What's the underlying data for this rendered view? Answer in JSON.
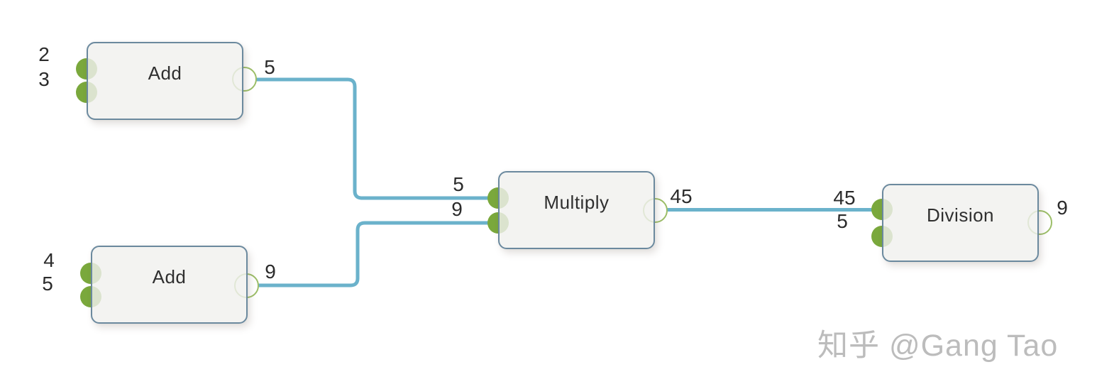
{
  "colors": {
    "wire": "#6bb2cb",
    "port_green": "#7aa83c",
    "ring_green": "#9cbe68",
    "node_fill": "rgba(240,240,238,0.82)",
    "node_border": "#6b899e",
    "title_text": "#2f2f2f",
    "label_text": "#2b2b2b",
    "watermark": "#bcbcbc"
  },
  "nodes": [
    {
      "title": "Add",
      "inputs": [
        "2",
        "3"
      ],
      "output": "5"
    },
    {
      "title": "Add",
      "inputs": [
        "4",
        "5"
      ],
      "output": "9"
    },
    {
      "title": "Multiply",
      "inputs": [
        "5",
        "9"
      ],
      "output": "45"
    },
    {
      "title": "Division",
      "inputs": [
        "45",
        "5"
      ],
      "output": "9"
    }
  ],
  "connections": [
    {
      "from": "Add(2,3).output",
      "to": "Multiply.input1",
      "value": "5"
    },
    {
      "from": "Add(4,5).output",
      "to": "Multiply.input2",
      "value": "9"
    },
    {
      "from": "Multiply.output",
      "to": "Division.input1",
      "value": "45"
    }
  ],
  "watermark": {
    "text": "知乎 @Gang Tao"
  }
}
